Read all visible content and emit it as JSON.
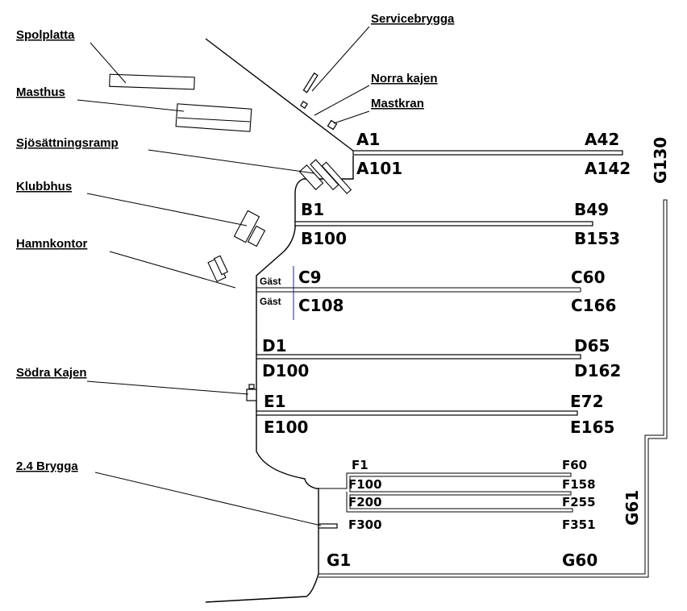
{
  "facilities": {
    "servicebrygga": "Servicebrygga",
    "spolplatta": "Spolplatta",
    "norra_kajen": "Norra kajen",
    "masthus": "Masthus",
    "mastkran": "Mastkran",
    "sjosattningsramp": "Sjösättningsramp",
    "klubbhus": "Klubbhus",
    "hamnkontor": "Hamnkontor",
    "sodra_kajen": "Södra Kajen",
    "brygga_24": "2.4 Brygga"
  },
  "berths": {
    "A1": "A1",
    "A42": "A42",
    "A101": "A101",
    "A142": "A142",
    "B1": "B1",
    "B49": "B49",
    "B100": "B100",
    "B153": "B153",
    "C9": "C9",
    "C60": "C60",
    "C108": "C108",
    "C166": "C166",
    "gast1": "Gäst",
    "gast2": "Gäst",
    "D1": "D1",
    "D65": "D65",
    "D100": "D100",
    "D162": "D162",
    "E1": "E1",
    "E72": "E72",
    "E100": "E100",
    "E165": "E165",
    "F1": "F1",
    "F60": "F60",
    "F100": "F100",
    "F158": "F158",
    "F200": "F200",
    "F255": "F255",
    "F300": "F300",
    "F351": "F351",
    "G1": "G1",
    "G60": "G60",
    "G61": "G61",
    "G130": "G130"
  }
}
